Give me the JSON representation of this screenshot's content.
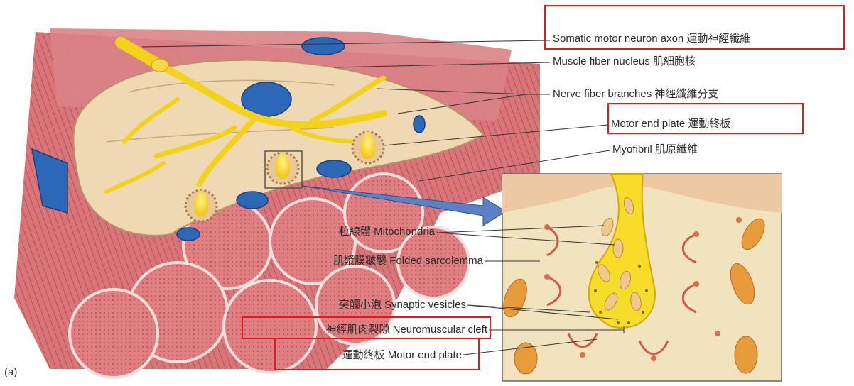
{
  "panel_tag": "(a)",
  "labels_right": [
    {
      "id": "somatic",
      "text": "Somatic motor neuron axon 運動神經纖維"
    },
    {
      "id": "nucleus",
      "text": "Muscle fiber nucleus 肌細胞核"
    },
    {
      "id": "branches",
      "text": "Nerve fiber branches 神經纖維分支"
    },
    {
      "id": "endplate",
      "text": "Motor end plate 運動終板"
    },
    {
      "id": "myofibril",
      "text": "Myofibril 肌原纖維"
    }
  ],
  "labels_left": [
    {
      "id": "mito",
      "text": "粒線體 Mitochondria"
    },
    {
      "id": "folded",
      "text": "肌漿膜皺襞 Folded sarcolemma"
    },
    {
      "id": "vesicles",
      "text": "突觸小泡 Synaptic vesicles"
    },
    {
      "id": "cleft",
      "text": "神經肌肉裂隙 Neuromuscular cleft"
    },
    {
      "id": "mep2",
      "text": "運動終板 Motor end plate"
    }
  ],
  "colors": {
    "highlight": "#e01b1b",
    "muscle": "#d9777a",
    "nerve": "#f3d21c",
    "nucleus": "#2c67b8",
    "sarcoplasm": "#efd9b3"
  }
}
